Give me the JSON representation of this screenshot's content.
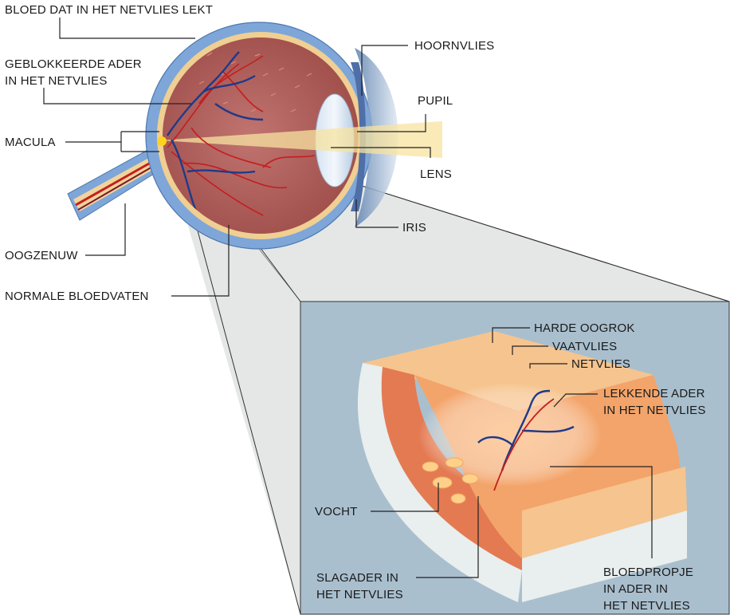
{
  "labels": {
    "bloed_lekt": "BLOED DAT IN HET NETVLIES LEKT",
    "geblokkeerde_1": "GEBLOKKEERDE ADER",
    "geblokkeerde_2": "IN HET NETVLIES",
    "macula": "MACULA",
    "oogzenuw": "OOGZENUW",
    "normale": "NORMALE BLOEDVATEN",
    "hoornvlies": "HOORNVLIES",
    "pupil": "PUPIL",
    "lens": "LENS",
    "iris": "IRIS",
    "harde_oogrok": "HARDE OOGROK",
    "vaatvlies": "VAATVLIES",
    "netvlies": "NETVLIES",
    "lekkende_1": "LEKKENDE ADER",
    "lekkende_2": "IN HET NETVLIES",
    "vocht": "VOCHT",
    "slagader_1": "SLAGADER IN",
    "slagader_2": "HET NETVLIES",
    "bloedpropje_1": "BLOEDPROPJE",
    "bloedpropje_2": "IN ADER IN",
    "bloedpropje_3": "HET NETVLIES"
  },
  "colors": {
    "sclera_blue": "#7ea6d8",
    "eye_interior": "#b8625e",
    "vein_blue": "#1e3a8a",
    "artery_red": "#c41e1e",
    "inset_background": "#a9bfce",
    "tissue_orange": "#f3a46a",
    "macula_yellow": "#ffd21f",
    "light_beam": "#f7e3a0"
  }
}
